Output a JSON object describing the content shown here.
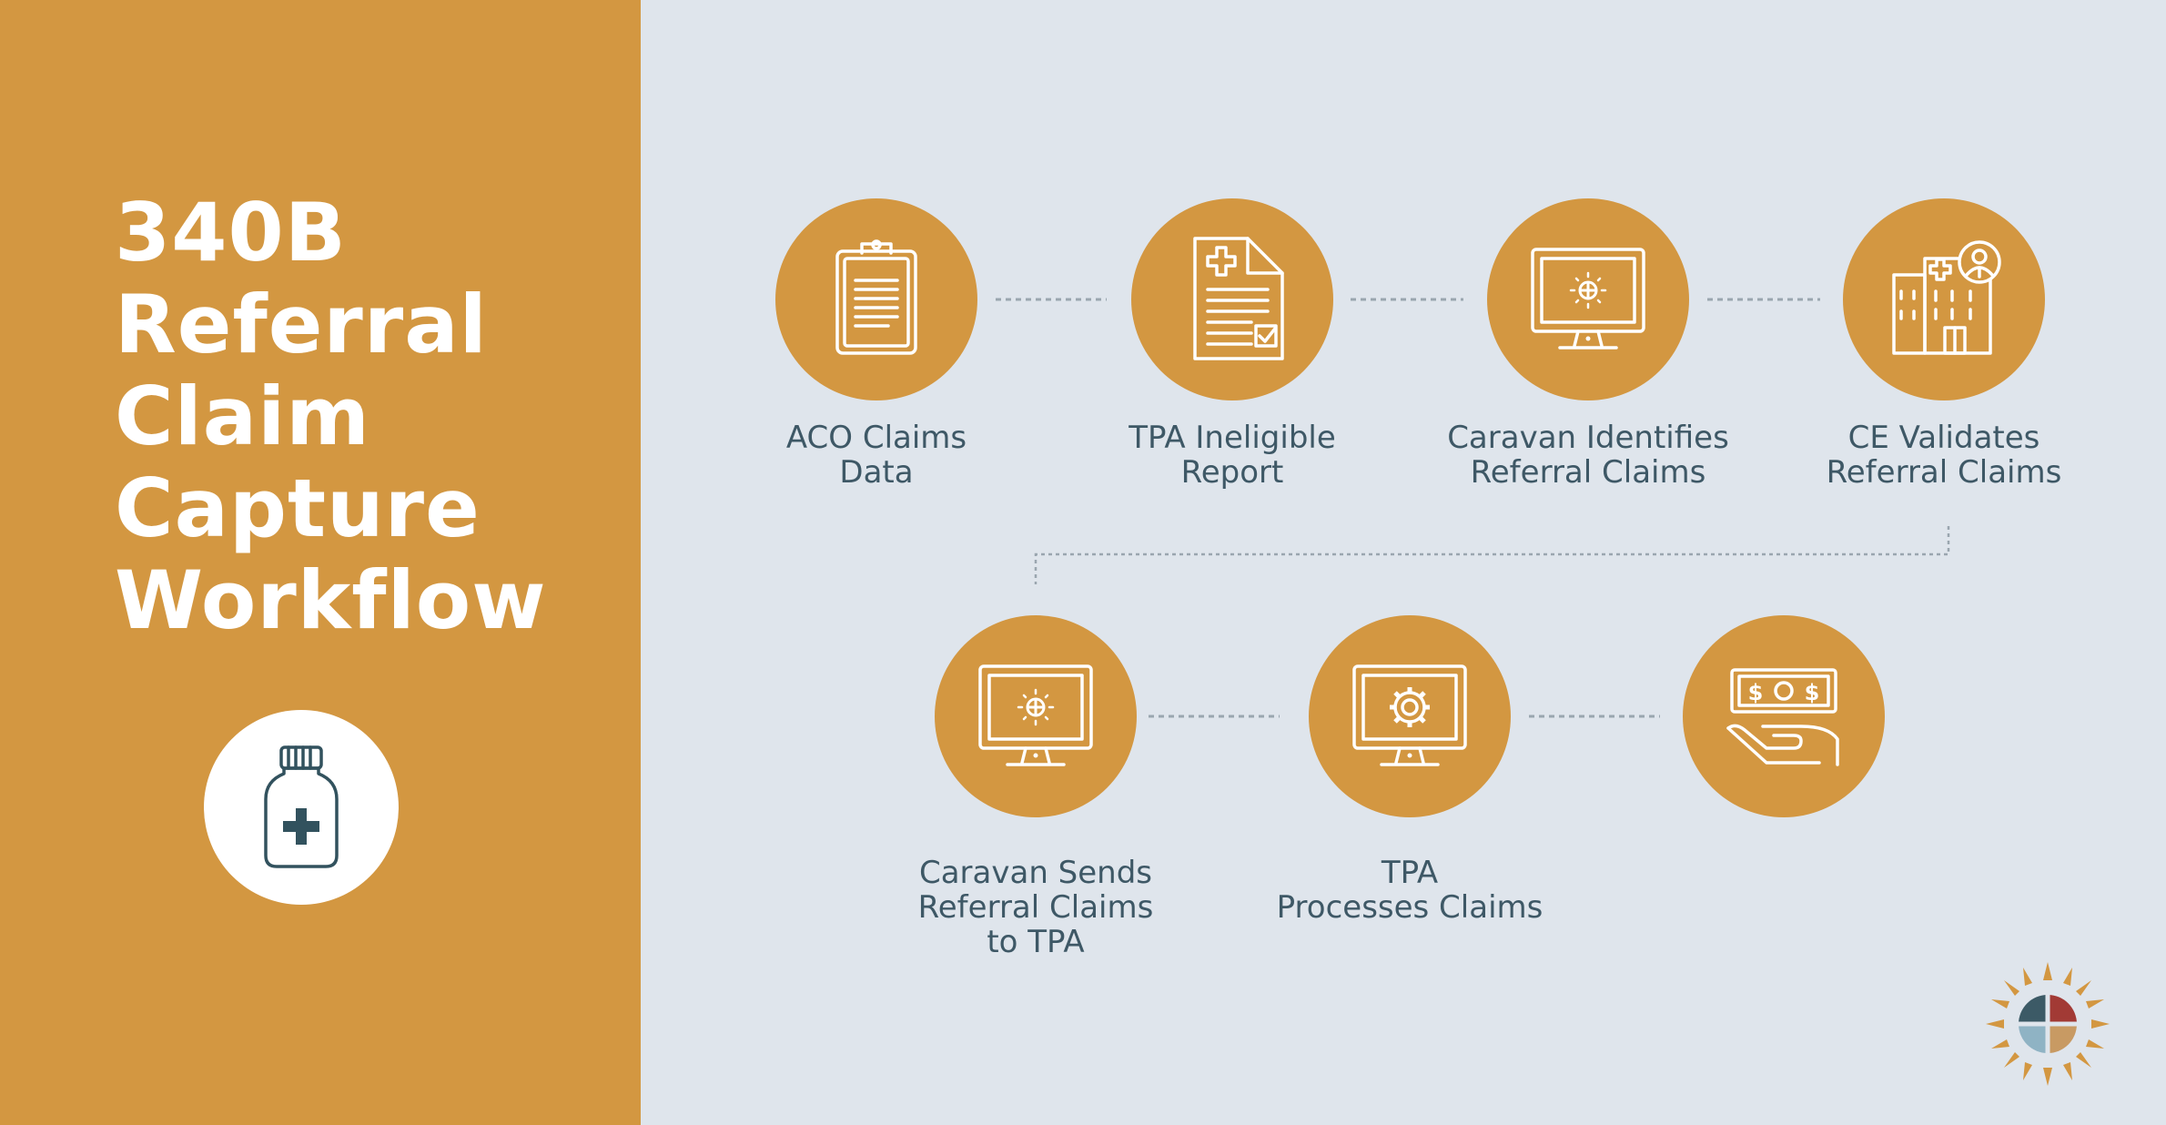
{
  "title": {
    "lines": [
      "340B",
      "Referral",
      "Claim",
      "Capture",
      "Workflow"
    ]
  },
  "colors": {
    "accent": "#D39741",
    "background": "#DFE5EC",
    "label_text": "#3E5866",
    "icon_stroke": "#FFFFFF",
    "connector": "#9AA6AF"
  },
  "steps": [
    {
      "icon": "clipboard-icon",
      "label": [
        "ACO Claims",
        "Data"
      ]
    },
    {
      "icon": "medical-report-icon",
      "label": [
        "TPA Ineligible",
        "Report"
      ]
    },
    {
      "icon": "monitor-logo-icon",
      "label": [
        "Caravan Identifies",
        "Referral Claims"
      ]
    },
    {
      "icon": "hospital-doctor-icon",
      "label": [
        "CE Validates",
        "Referral Claims"
      ]
    },
    {
      "icon": "monitor-logo-icon",
      "label": [
        "Caravan Sends",
        "Referral Claims",
        "to TPA"
      ]
    },
    {
      "icon": "monitor-gear-icon",
      "label": [
        "TPA",
        "Processes Claims"
      ]
    },
    {
      "icon": "hand-money-icon",
      "label": []
    }
  ],
  "sidebar_icon": "medicine-bottle-icon",
  "logo": "caravan-sun-logo"
}
